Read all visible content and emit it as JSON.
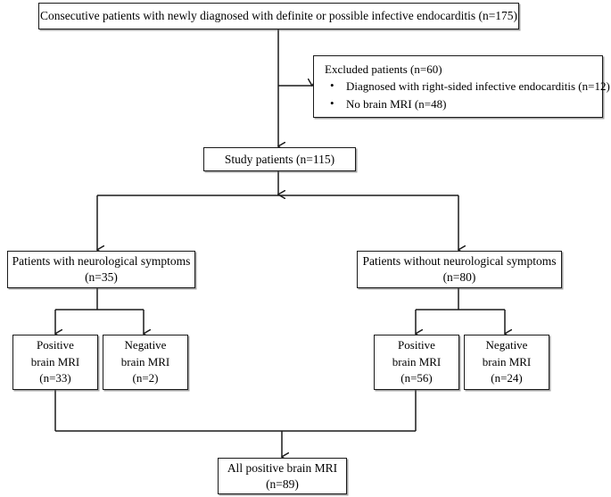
{
  "chart_data": {
    "type": "diagram",
    "title": "Patient enrollment flow diagram",
    "diagram_kind": "flowchart",
    "nodes": [
      {
        "id": "enrolled",
        "label": "Consecutive patients with newly diagnosed with definite or possible infective endocarditis (n=175)",
        "n": 175
      },
      {
        "id": "excluded",
        "label": "Excluded patients (n=60)",
        "n": 60
      },
      {
        "id": "excluded_item_1",
        "label": "Diagnosed with right-sided infective endocarditis (n=12)",
        "n": 12
      },
      {
        "id": "excluded_item_2",
        "label": "No brain MRI (n=48)",
        "n": 48
      },
      {
        "id": "study",
        "label": "Study patients (n=115)",
        "n": 115
      },
      {
        "id": "symptoms_yes",
        "label": "Patients with neurological symptoms (n=35)",
        "n": 35
      },
      {
        "id": "symptoms_no",
        "label": "Patients without neurological symptoms (n=80)",
        "n": 80
      },
      {
        "id": "mri_pos_left",
        "label": "Positive brain MRI (n=33)",
        "n": 33
      },
      {
        "id": "mri_neg_left",
        "label": "Negative brain MRI (n=2)",
        "n": 2
      },
      {
        "id": "mri_pos_right",
        "label": "Positive brain MRI (n=56)",
        "n": 56
      },
      {
        "id": "mri_neg_right",
        "label": "Negative brain MRI (n=24)",
        "n": 24
      },
      {
        "id": "all_positive",
        "label": "All positive brain MRI (n=89)",
        "n": 89
      }
    ],
    "edges": [
      {
        "from": "enrolled",
        "to": "excluded"
      },
      {
        "from": "enrolled",
        "to": "study"
      },
      {
        "from": "study",
        "to": "symptoms_yes"
      },
      {
        "from": "study",
        "to": "symptoms_no"
      },
      {
        "from": "symptoms_yes",
        "to": "mri_pos_left"
      },
      {
        "from": "symptoms_yes",
        "to": "mri_neg_left"
      },
      {
        "from": "symptoms_no",
        "to": "mri_pos_right"
      },
      {
        "from": "symptoms_no",
        "to": "mri_neg_right"
      },
      {
        "from": "mri_pos_left",
        "to": "all_positive"
      },
      {
        "from": "mri_pos_right",
        "to": "all_positive"
      }
    ],
    "colors": {
      "box_border": "#1a1a1a",
      "connector": "#1a1a1a",
      "background": "#ffffff",
      "text": "#000000"
    }
  },
  "nodes": {
    "enrolled": {
      "text": "Consecutive patients with newly diagnosed with definite or possible infective endocarditis (n=175)"
    },
    "excluded": {
      "header": "Excluded patients (n=60)",
      "items": [
        "Diagnosed with right-sided infective endocarditis (n=12)",
        "No brain MRI (n=48)"
      ]
    },
    "study": {
      "text": "Study patients (n=115)"
    },
    "symptoms_yes": {
      "line1": "Patients with neurological symptoms",
      "line2": "(n=35)"
    },
    "symptoms_no": {
      "line1": "Patients without neurological symptoms",
      "line2": "(n=80)"
    },
    "mri_pos_left": {
      "line1": "Positive",
      "line2": "brain MRI",
      "line3": "(n=33)"
    },
    "mri_neg_left": {
      "line1": "Negative",
      "line2": "brain MRI",
      "line3": "(n=2)"
    },
    "mri_pos_right": {
      "line1": "Positive",
      "line2": "brain MRI",
      "line3": "(n=56)"
    },
    "mri_neg_right": {
      "line1": "Negative",
      "line2": "brain MRI",
      "line3": "(n=24)"
    },
    "all_positive": {
      "line1": "All positive brain MRI",
      "line2": "(n=89)"
    }
  }
}
